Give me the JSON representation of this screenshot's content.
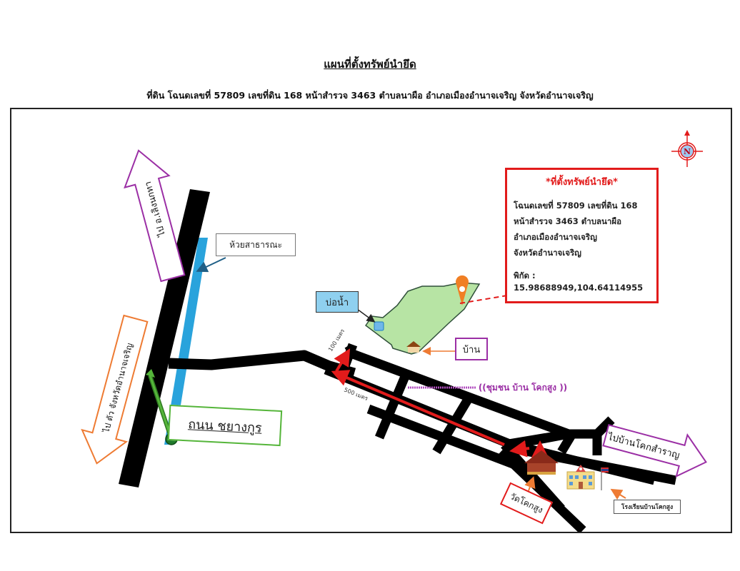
{
  "document": {
    "title": "แผนที่ตั้งทรัพย์นำยึด",
    "subtitle": "ที่ดิน โฉนดเลขที่ 57809 เลขที่ดิน 168 หน้าสำรวจ 3463 ตำบลนาผือ อำเภอเมืองอำนาจเจริญ จังหวัดอำนาจเจริญ"
  },
  "info_box": {
    "title": "*ที่ตั้งทรัพย์นำยึด*",
    "lines": [
      "โฉนดเลขที่ 57809 เลขที่ดิน 168",
      "หน้าสำรวจ 3463 ตำบลนาผือ",
      "อำเภอเมืองอำนาจเจริญ",
      "จังหวัดอำนาจเจริญ"
    ],
    "coordinates_label": "พิกัด :",
    "coordinates_value": "15.98688949,104.64114955"
  },
  "compass": {
    "letter": "N"
  },
  "labels": {
    "to_loengnoktha": "ไป อ.เลิงนกทา",
    "to_amnat": "ไป ตัว จังหวัดอำนาจเจริญ",
    "public_stream": "ห้วยสาธารณะ",
    "road_name": "ถนน ชยางกูร",
    "pond": "บ่อน้ำ",
    "house": "บ้าน",
    "community": "((ชุมชน บ้าน โคกสูง ))",
    "to_khoksamran": "ไปบ้านโคกสำราญ",
    "temple": "วัดโคกสูง",
    "school": "โรงเรียนบ้านโคกสูง",
    "dist_100": "100 เมตร",
    "dist_500": "500 เมตร"
  },
  "colors": {
    "road": "#000000",
    "route": "#e21b1b",
    "stream": "#29a3dc",
    "parcel_fill": "#b7e4a4",
    "parcel_stroke": "#2f4f3a",
    "pond": "#6fb7ea",
    "purple": "#9b2fa5",
    "orange": "#ee7b33",
    "green": "#49a331",
    "label_blue_bg": "#8fd0ef"
  }
}
